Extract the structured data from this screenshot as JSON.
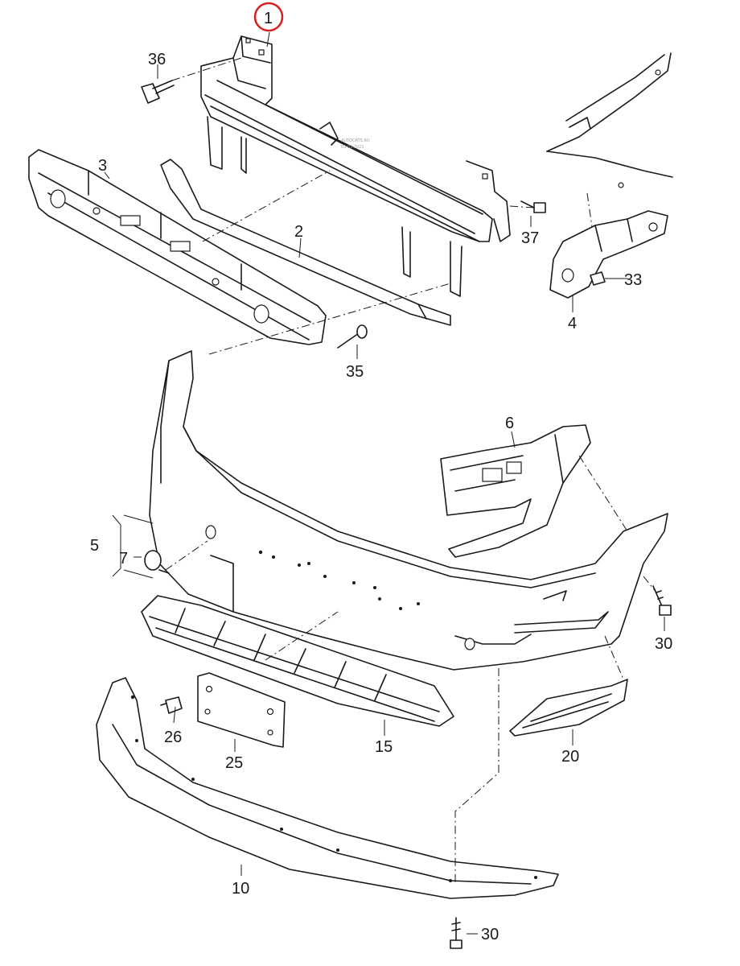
{
  "callouts": {
    "c1": "1",
    "c2": "2",
    "c3": "3",
    "c4": "4",
    "c5": "5",
    "c6": "6",
    "c7": "7",
    "c10": "10",
    "c15": "15",
    "c20": "20",
    "c25": "25",
    "c26": "26",
    "c30a": "30",
    "c30b": "30",
    "c33": "33",
    "c35": "35",
    "c36": "36",
    "c37": "37"
  },
  "highlighted_callout": "1",
  "highlight_color": "#d81e1e",
  "line_color": "#1a1a1a"
}
